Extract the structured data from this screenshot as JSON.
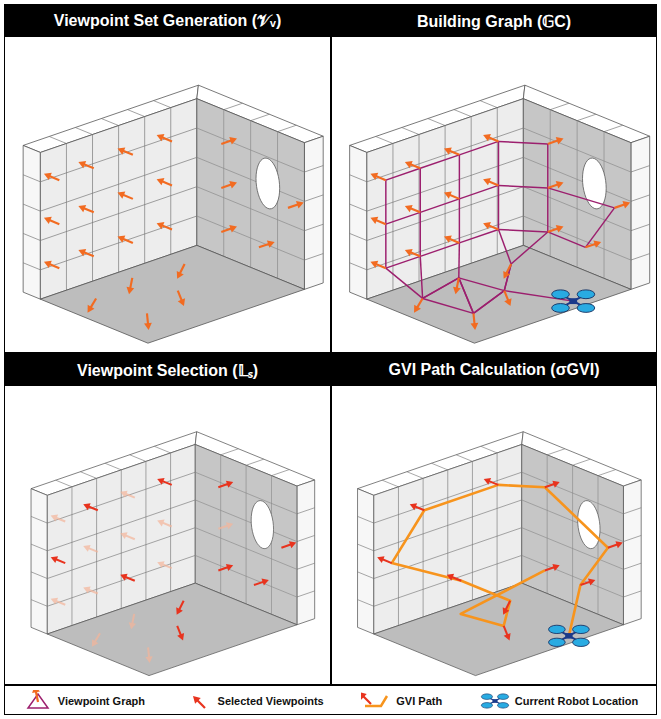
{
  "diagram": {
    "nodes": [
      {
        "text": [
          "Viewpoint Set Generation (𝒱ᵥ)"
        ]
      },
      {
        "text": [
          "Building Graph (𝔾C)"
        ]
      },
      {
        "text": [
          "Viewpoint Selection (𝕃ₛ)"
        ]
      },
      {
        "text": [
          "GVI Path Calculation (σGVI)"
        ]
      }
    ],
    "edges": [],
    "legend": [
      {
        "text": "Viewpoint Graph"
      },
      {
        "text": "Selected Viewpoints"
      },
      {
        "text": "GVI Path"
      },
      {
        "text": "Current Robot Location"
      }
    ]
  }
}
